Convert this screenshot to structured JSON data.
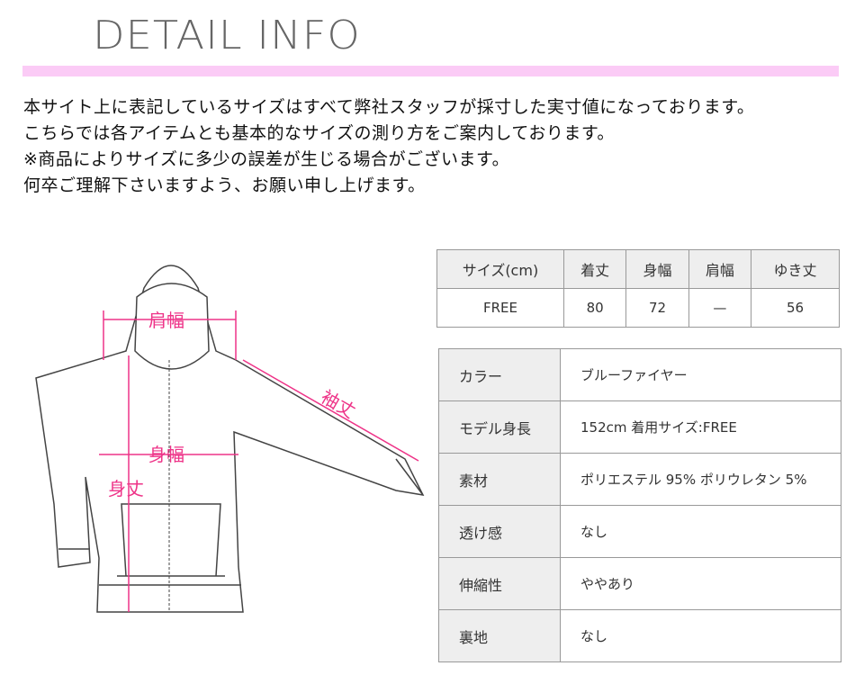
{
  "title": "DETAIL INFO",
  "intro": [
    "本サイト上に表記しているサイズはすべて弊社スタッフが採寸した実寸値になっております。",
    "こちらでは各アイテムとも基本的なサイズの測り方をご案内しております。",
    "※商品によりサイズに多少の誤差が生じる場合がございます。",
    "何卒ご理解下さいますよう、お願い申し上げます。"
  ],
  "diagram": {
    "shoulder": "肩幅",
    "sleeve": "袖丈",
    "width": "身幅",
    "length": "身丈",
    "accent": "#ee3388"
  },
  "size_table": {
    "headers": [
      "サイズ(cm)",
      "着丈",
      "身幅",
      "肩幅",
      "ゆき丈"
    ],
    "rows": [
      [
        "FREE",
        "80",
        "72",
        "—",
        "56"
      ]
    ]
  },
  "details": [
    {
      "label": "カラー",
      "value": "ブルーファイヤー"
    },
    {
      "label": "モデル身長",
      "value": "152cm  着用サイズ:FREE"
    },
    {
      "label": "素材",
      "value": "ポリエステル 95%  ポリウレタン 5%"
    },
    {
      "label": "透け感",
      "value": "なし"
    },
    {
      "label": "伸縮性",
      "value": "ややあり"
    },
    {
      "label": "裏地",
      "value": "なし"
    }
  ]
}
